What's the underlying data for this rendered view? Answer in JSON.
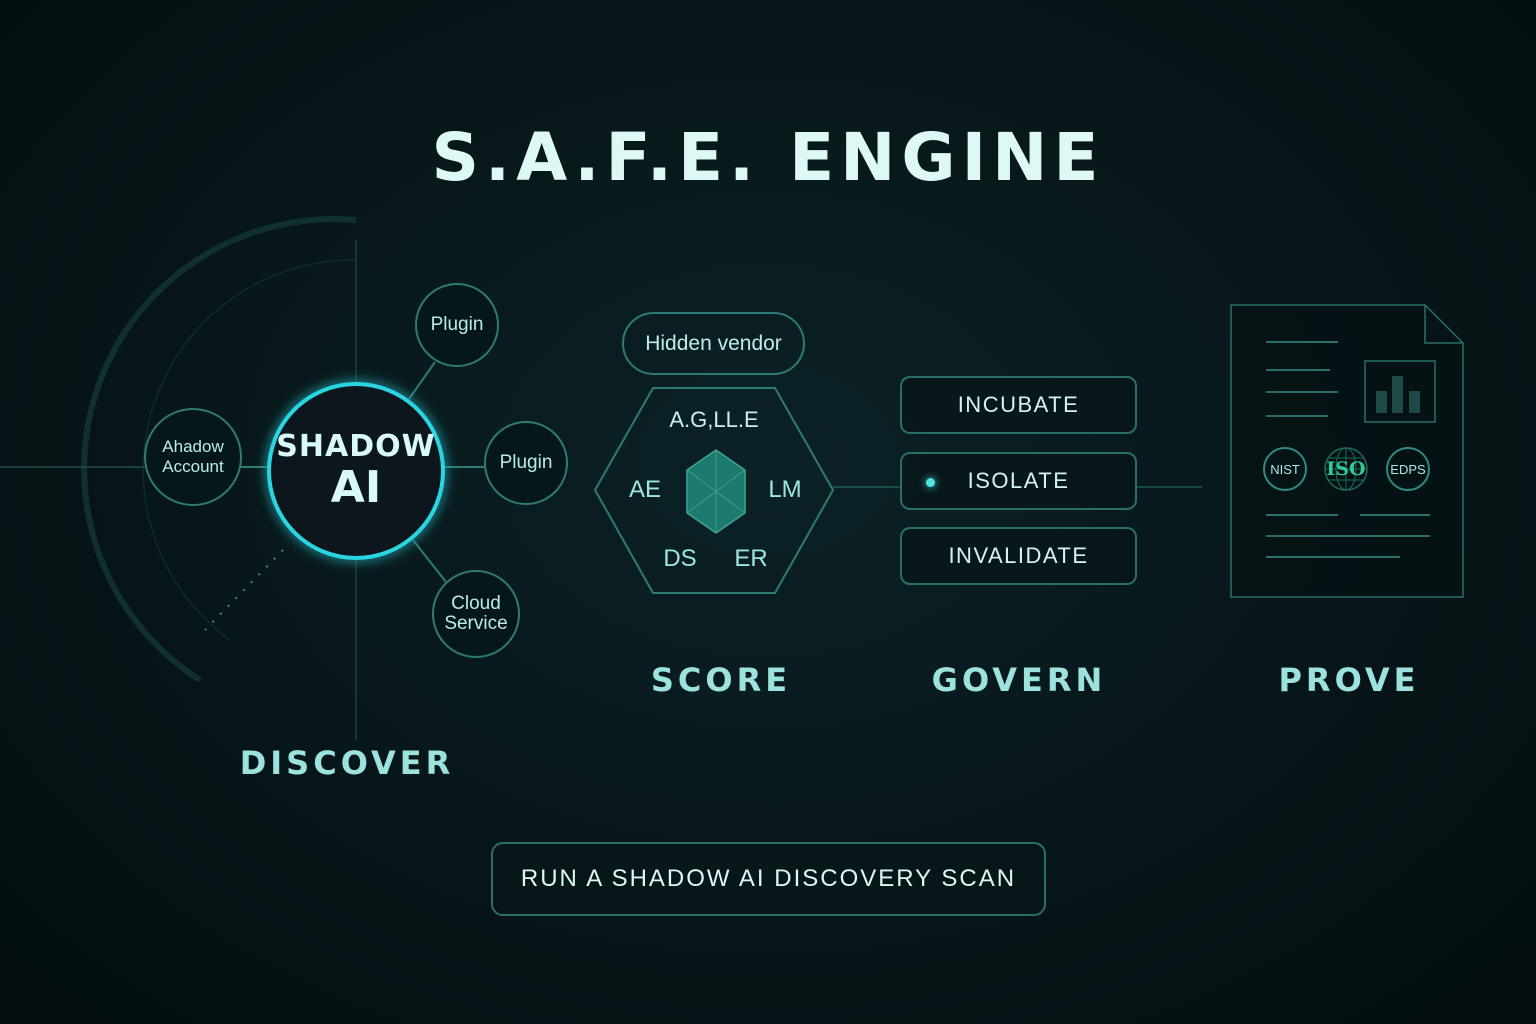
{
  "title": "S.A.F.E. ENGINE",
  "discover": {
    "core_line1": "SHADOW",
    "core_line2": "AI",
    "nodes": [
      "Plugin",
      "Plugin",
      "Cloud Service",
      "Ahadow Account"
    ],
    "label": "DISCOVER"
  },
  "score": {
    "pill": "Hidden vendor",
    "hex_labels": [
      "A.G,LL.E",
      "AE",
      "LM",
      "DS",
      "ER"
    ],
    "label": "SCORE"
  },
  "govern": {
    "actions": [
      "INCUBATE",
      "ISOLATE",
      "INVALIDATE"
    ],
    "active_action": "ISOLATE",
    "label": "GOVERN"
  },
  "prove": {
    "seals": [
      "NIST",
      "ISO",
      "EDPS"
    ],
    "label": "PROVE"
  },
  "cta": "RUN A SHADOW AI DISCOVERY SCAN",
  "colors": {
    "accent": "#2bd4e0",
    "line": "#2a6e6b",
    "text": "#9ce2df"
  }
}
